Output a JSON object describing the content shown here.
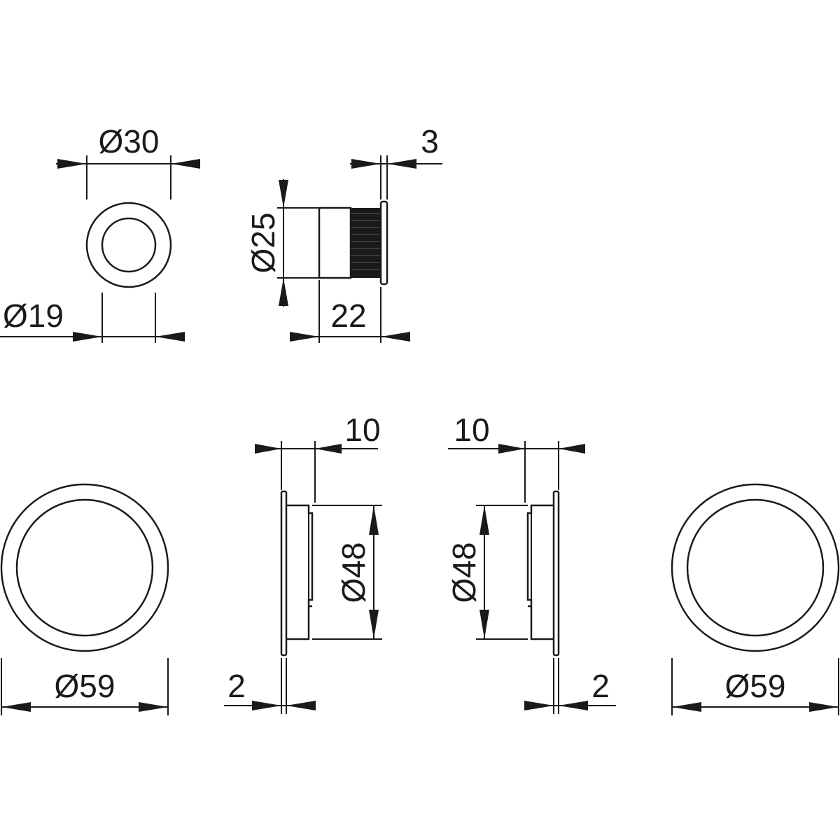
{
  "dimensions": {
    "dia_30": "Ø30",
    "dia_19": "Ø19",
    "dia_25": "Ø25",
    "len_22": "22",
    "len_3": "3",
    "len_10_left": "10",
    "len_10_right": "10",
    "dia_48_left": "Ø48",
    "dia_48_right": "Ø48",
    "len_2_left": "2",
    "len_2_right": "2",
    "dia_59_left": "Ø59",
    "dia_59_right": "Ø59"
  }
}
